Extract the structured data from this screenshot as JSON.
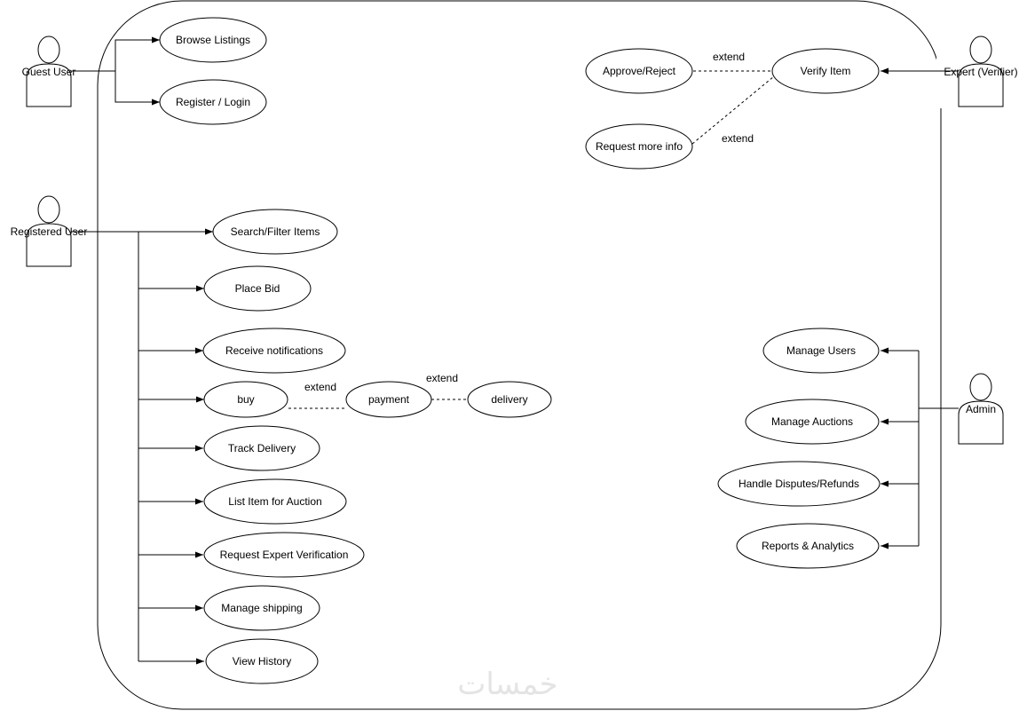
{
  "actors": {
    "guest": "Guest User",
    "registered": "Registered User",
    "expert": "Expert (Verifier)",
    "admin": "Admin"
  },
  "use_cases": {
    "browse_listings": "Browse Listings",
    "register_login": "Register / Login",
    "search_filter": "Search/Filter Items",
    "place_bid": "Place Bid",
    "receive_notifications": "Receive notifications",
    "buy": "buy",
    "payment": "payment",
    "delivery": "delivery",
    "track_delivery": "Track Delivery",
    "list_item": "List Item for Auction",
    "request_verification": "Request Expert Verification",
    "manage_shipping": "Manage shipping",
    "view_history": "View History",
    "approve_reject": "Approve/Reject",
    "verify_item": "Verify Item",
    "request_more_info": "Request more info",
    "manage_users": "Manage Users",
    "manage_auctions": "Manage Auctions",
    "handle_disputes": "Handle Disputes/Refunds",
    "reports_analytics": "Reports & Analytics"
  },
  "relations": {
    "extend_buy_payment": "extend",
    "extend_payment_delivery": "extend",
    "extend_approve": "extend",
    "extend_request_info": "extend"
  },
  "watermark": "خمسات"
}
